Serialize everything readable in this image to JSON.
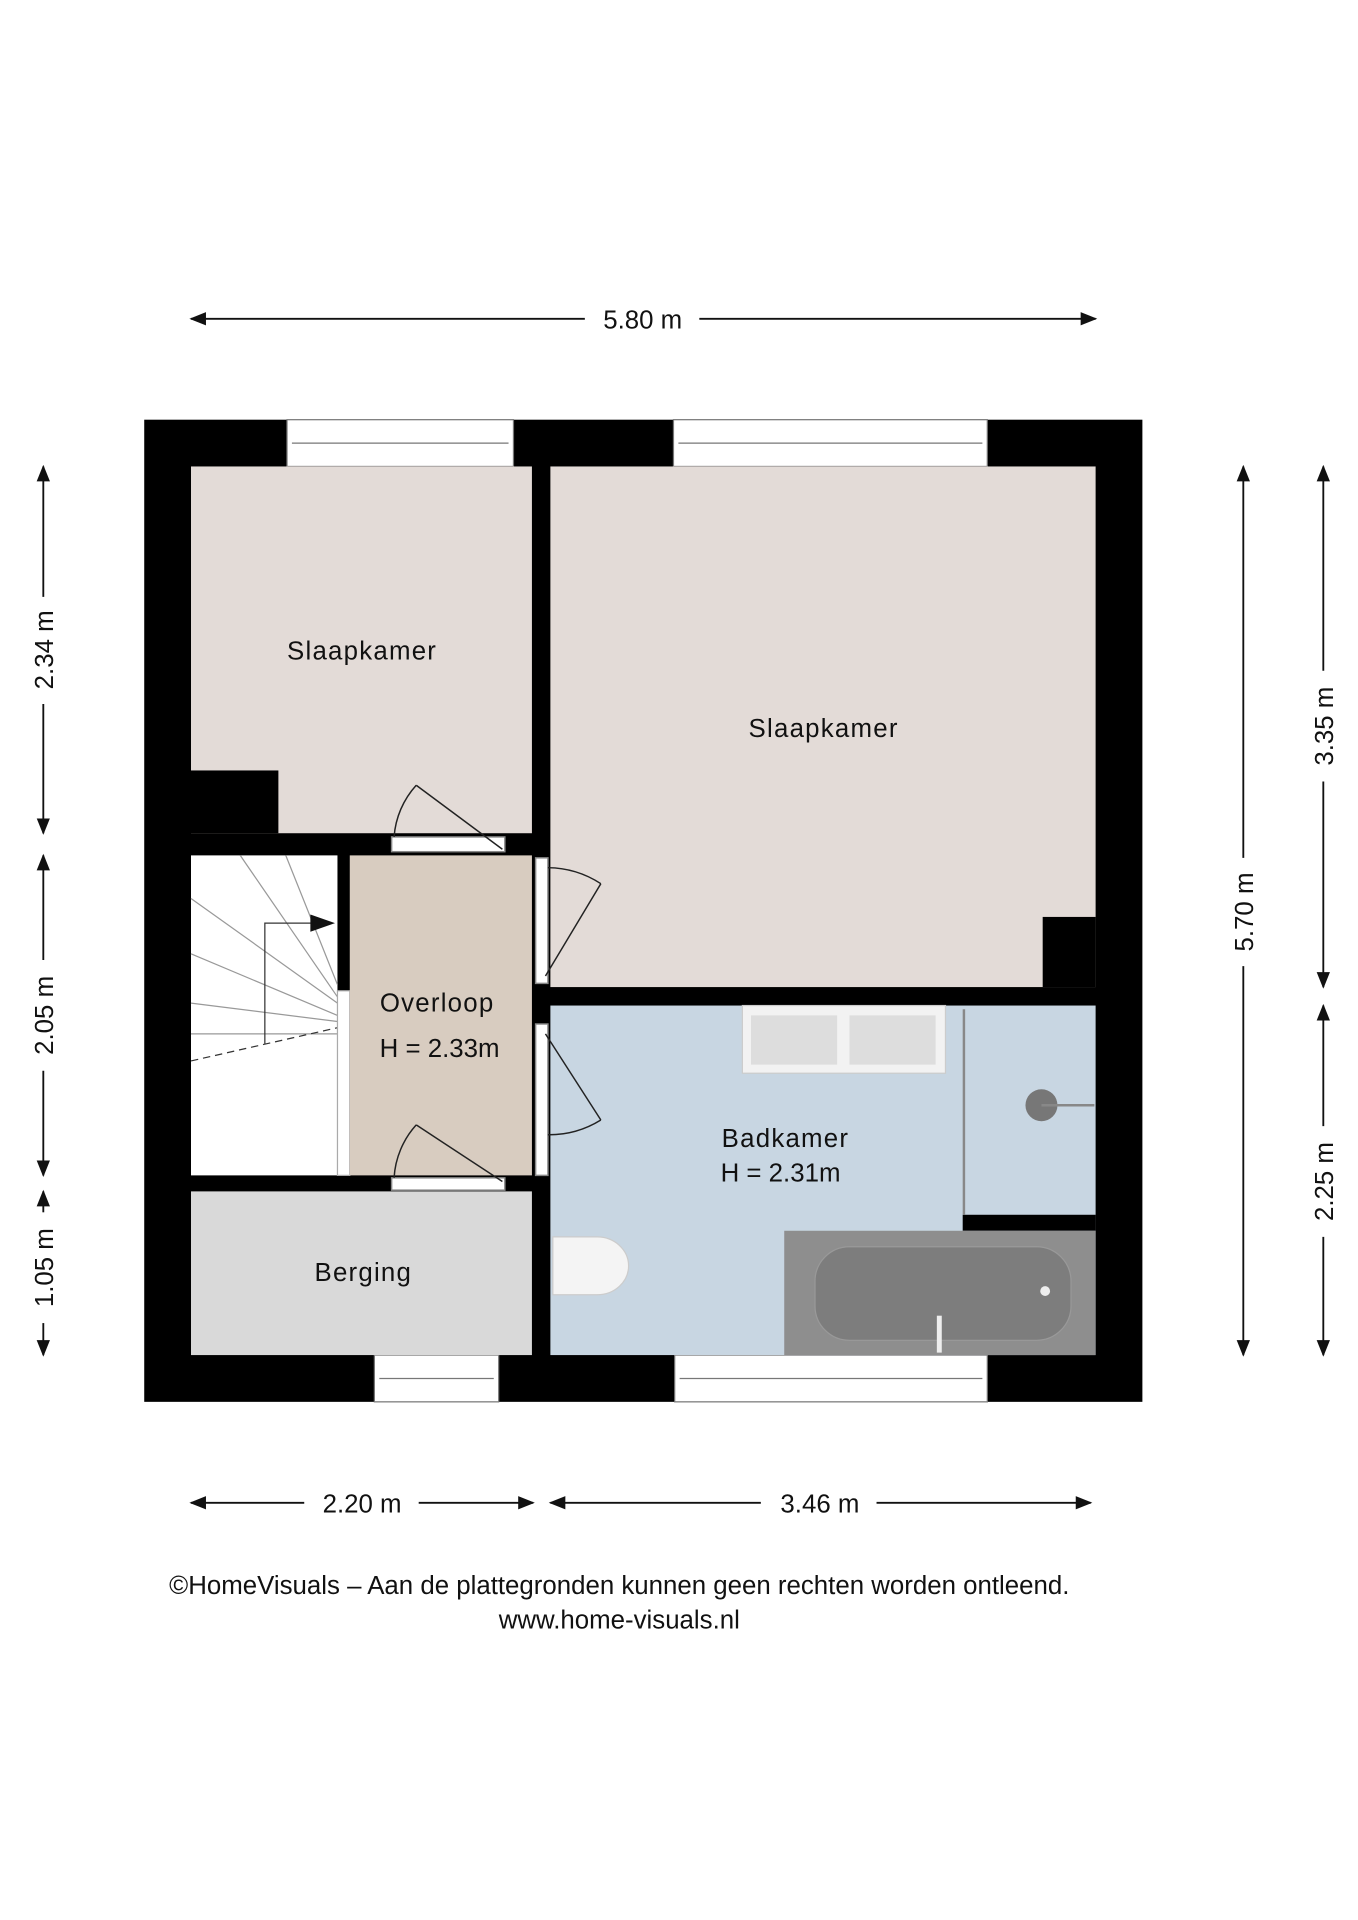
{
  "rooms": {
    "slaapkamer_small": {
      "name": "Slaapkamer"
    },
    "slaapkamer_large": {
      "name": "Slaapkamer"
    },
    "overloop": {
      "name": "Overloop",
      "height": "H = 2.33m"
    },
    "badkamer": {
      "name": "Badkamer",
      "height": "H = 2.31m"
    },
    "berging": {
      "name": "Berging"
    }
  },
  "dimensions": {
    "top_width": "5.80 m",
    "bottom_left": "2.20 m",
    "bottom_right": "3.46 m",
    "left_top": "2.34 m",
    "left_middle": "2.05 m",
    "left_bottom": "1.05 m",
    "right_total": "5.70 m",
    "right_top": "3.35 m",
    "right_bottom": "2.25 m"
  },
  "footer": {
    "disclaimer": "©HomeVisuals – Aan de plattegronden kunnen geen rechten worden ontleend.",
    "website": "www.home-visuals.nl"
  },
  "colors": {
    "wall": "#000000",
    "bedroom": "#e3dbd7",
    "landing": "#d8ccc0",
    "bathroom": "#c8d6e2",
    "storage": "#d9d9d9"
  }
}
